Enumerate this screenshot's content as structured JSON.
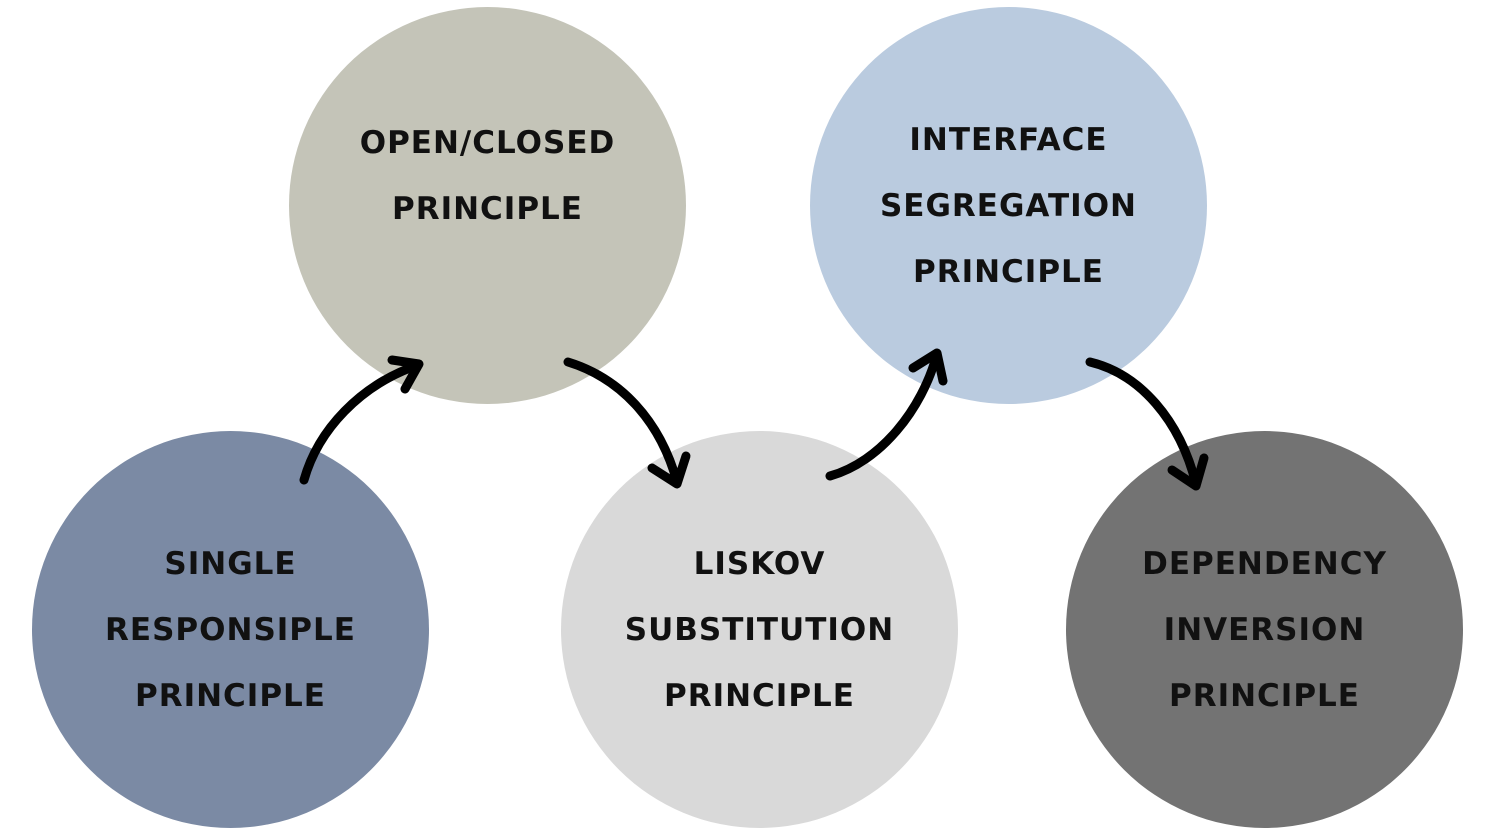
{
  "principles": [
    {
      "id": "srp",
      "lines": [
        "SINGLE",
        "RESPONSIPLE",
        "PRINCIPLE"
      ],
      "color": "#7b8aa4"
    },
    {
      "id": "ocp",
      "lines": [
        "OPEN/CLOSED",
        "PRINCIPLE"
      ],
      "color": "#c4c4b8"
    },
    {
      "id": "lsp",
      "lines": [
        "LISKOV",
        "SUBSTITUTION",
        "PRINCIPLE"
      ],
      "color": "#d9d9d9"
    },
    {
      "id": "isp",
      "lines": [
        "INTERFACE",
        "SEGREGATION",
        "PRINCIPLE"
      ],
      "color": "#bacbdf"
    },
    {
      "id": "dip",
      "lines": [
        "DEPENDENCY",
        "INVERSION",
        "PRINCIPLE"
      ],
      "color": "#737373"
    }
  ],
  "arrow_color": "#000000"
}
